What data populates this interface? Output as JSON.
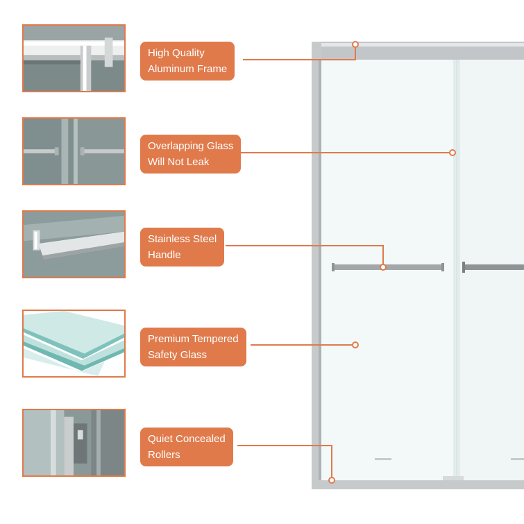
{
  "features": [
    {
      "line1": "High Quality",
      "line2": "Aluminum Frame"
    },
    {
      "line1": "Overlapping Glass",
      "line2": "Will Not Leak"
    },
    {
      "line1": "Stainless Steel",
      "line2": "Handle"
    },
    {
      "line1": "Premium Tempered",
      "line2": "Safety Glass"
    },
    {
      "line1": "Quiet Concealed",
      "line2": "Rollers"
    }
  ],
  "colors": {
    "accent": "#e07a4b",
    "frame": "#b9bcbe",
    "glass": "#f3f8f8"
  }
}
